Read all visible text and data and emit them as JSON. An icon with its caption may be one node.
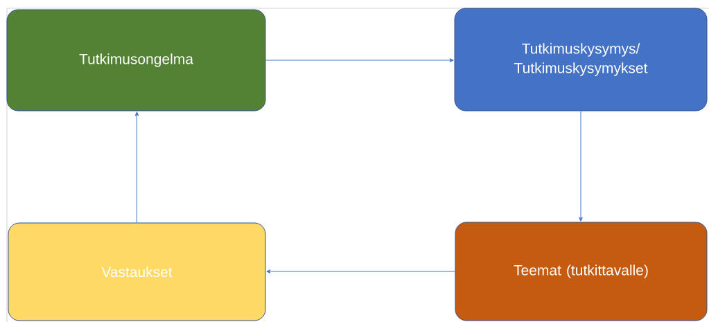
{
  "diagram": {
    "nodes": [
      {
        "text": [
          "Tutkimusongelma"
        ]
      },
      {
        "text": [
          "Tutkimuskysymys/ Tutkimuskysymykset"
        ]
      },
      {
        "text": [
          "Teemat (tutkittavalle)"
        ]
      },
      {
        "text": [
          "Vastaukset"
        ]
      }
    ],
    "edges": [
      {
        "from": 0,
        "to": 1,
        "arrow": "to"
      },
      {
        "from": 1,
        "to": 2,
        "arrow": "to"
      },
      {
        "from": 2,
        "to": 3,
        "arrow": "to"
      },
      {
        "from": 3,
        "to": 0,
        "arrow": "to"
      }
    ]
  }
}
